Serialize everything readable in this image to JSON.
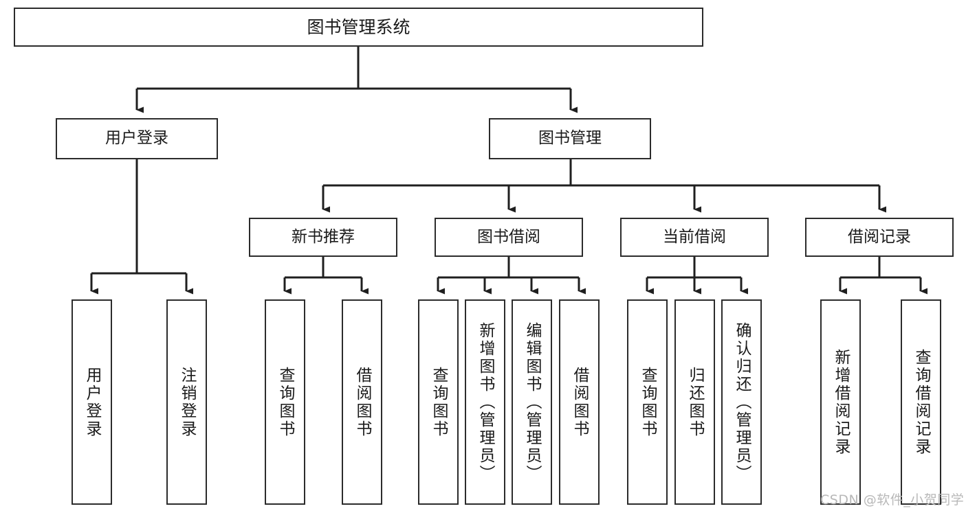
{
  "diagram": {
    "title": "图书管理系统",
    "type": "hierarchy-tree",
    "watermark": "CSDN @软件_小贺同学",
    "colors": {
      "box_border": "#2b2b2b",
      "box_fill": "#ffffff",
      "connector": "#1f1f1f",
      "watermark": "#b8b8b8",
      "background": "#ffffff"
    },
    "nodes": {
      "root": {
        "label": "图书管理系统"
      },
      "level1": [
        {
          "id": "user-login",
          "label": "用户登录"
        },
        {
          "id": "book-management",
          "label": "图书管理"
        }
      ],
      "level2": [
        {
          "id": "new-book-recommend",
          "label": "新书推荐"
        },
        {
          "id": "book-borrow",
          "label": "图书借阅"
        },
        {
          "id": "current-borrow",
          "label": "当前借阅"
        },
        {
          "id": "borrow-record",
          "label": "借阅记录"
        }
      ],
      "leaves": [
        {
          "id": "leaf-user-login",
          "label": "用户登录",
          "parent": "user-login"
        },
        {
          "id": "leaf-logout-login",
          "label": "注销登录",
          "parent": "user-login"
        },
        {
          "id": "leaf-query-book-1",
          "label": "查询图书",
          "parent": "new-book-recommend"
        },
        {
          "id": "leaf-borrow-book-1",
          "label": "借阅图书",
          "parent": "new-book-recommend"
        },
        {
          "id": "leaf-query-book-2",
          "label": "查询图书",
          "parent": "book-borrow"
        },
        {
          "id": "leaf-add-book",
          "label": "新增图书（管理员）",
          "parent": "book-borrow"
        },
        {
          "id": "leaf-edit-book",
          "label": "编辑图书（管理员）",
          "parent": "book-borrow"
        },
        {
          "id": "leaf-borrow-book-2",
          "label": "借阅图书",
          "parent": "book-borrow"
        },
        {
          "id": "leaf-query-book-3",
          "label": "查询图书",
          "parent": "current-borrow"
        },
        {
          "id": "leaf-return-book",
          "label": "归还图书",
          "parent": "current-borrow"
        },
        {
          "id": "leaf-confirm-return",
          "label": "确认归还（管理员）",
          "parent": "current-borrow"
        },
        {
          "id": "leaf-add-record",
          "label": "新增借阅记录",
          "parent": "borrow-record"
        },
        {
          "id": "leaf-query-record",
          "label": "查询借阅记录",
          "parent": "borrow-record"
        }
      ]
    }
  }
}
